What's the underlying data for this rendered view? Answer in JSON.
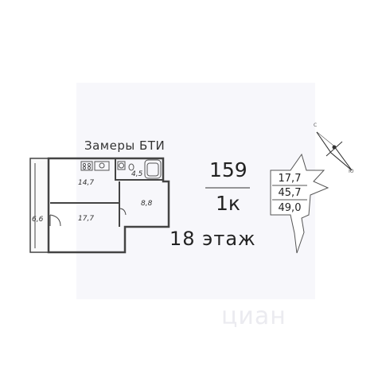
{
  "plan": {
    "caption": "Замеры БТИ",
    "apartment_number": "159",
    "room_count": "1к",
    "floor": "18 этаж",
    "areas": {
      "living": "17,7",
      "total": "45,7",
      "total_with_balcony": "49,0"
    },
    "rooms": {
      "kitchen": "14,7",
      "bathroom": "4,5",
      "hall": "8,8",
      "bedroom": "17,7",
      "balcony": "6,6"
    },
    "compass_letters": {
      "north": "С",
      "south": "Ю"
    }
  },
  "watermark": "циан"
}
